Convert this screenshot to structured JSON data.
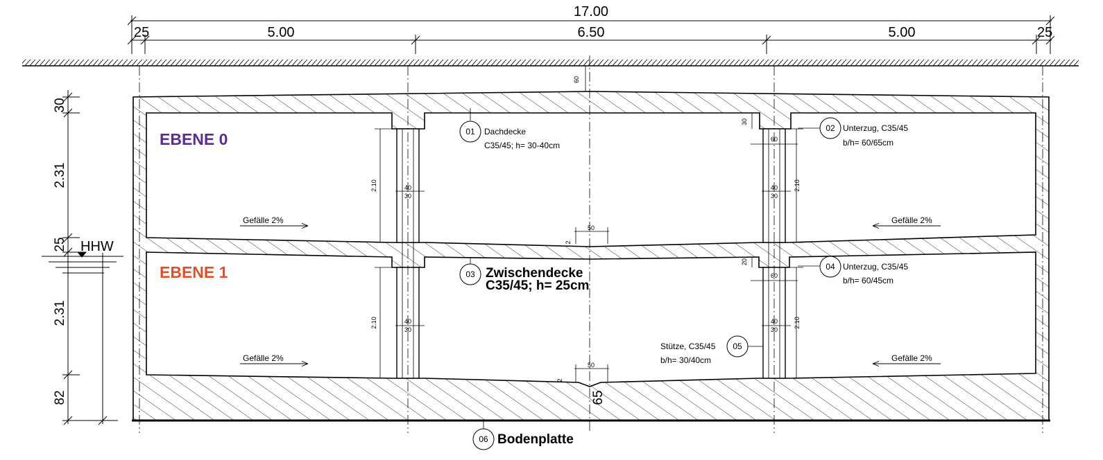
{
  "colors": {
    "level0": "#5b2d8c",
    "level1": "#e0502a",
    "ink": "#000000"
  },
  "dims": {
    "total": "17.00",
    "left_wall": "25",
    "bay_left": "5.00",
    "bay_center": "6.50",
    "bay_right": "5.00",
    "right_wall": "25",
    "cover": "60"
  },
  "heights": {
    "roof": "30",
    "story0": "2.31",
    "slab": "25",
    "story1": "2.31",
    "base": "82"
  },
  "hhw": "HHW",
  "levels": {
    "level0": "EBENE 0",
    "level1": "EBENE 1"
  },
  "slopes": {
    "left_upper": "Gefälle 2%",
    "right_upper": "Gefälle 2%",
    "left_lower": "Gefälle 2%",
    "right_lower": "Gefälle 2%"
  },
  "members": {
    "m01": {
      "num": "01",
      "line1": "Dachdecke",
      "line2": "C35/45; h= 30-40cm"
    },
    "m02": {
      "num": "02",
      "line1": "Unterzug, C35/45",
      "line2": "b/h= 60/65cm"
    },
    "m03": {
      "num": "03",
      "line1": "Zwischendecke",
      "line2": "C35/45; h= 25cm"
    },
    "m04": {
      "num": "04",
      "line1": "Unterzug, C35/45",
      "line2": "b/h= 60/45cm"
    },
    "m05": {
      "num": "05",
      "line1": "Stütze, C35/45",
      "line2": "b/h= 30/40cm"
    },
    "m06": {
      "num": "06",
      "line1": "Bodenplatte"
    }
  },
  "small_dims": {
    "col_h": "2.10",
    "col_w_outer": "40",
    "col_w_inner": "30",
    "beam_w": "60",
    "beam_h_upper": "30",
    "beam_h_lower": "20",
    "haunch_w": "50",
    "haunch_h": "2",
    "base_center": "65"
  }
}
